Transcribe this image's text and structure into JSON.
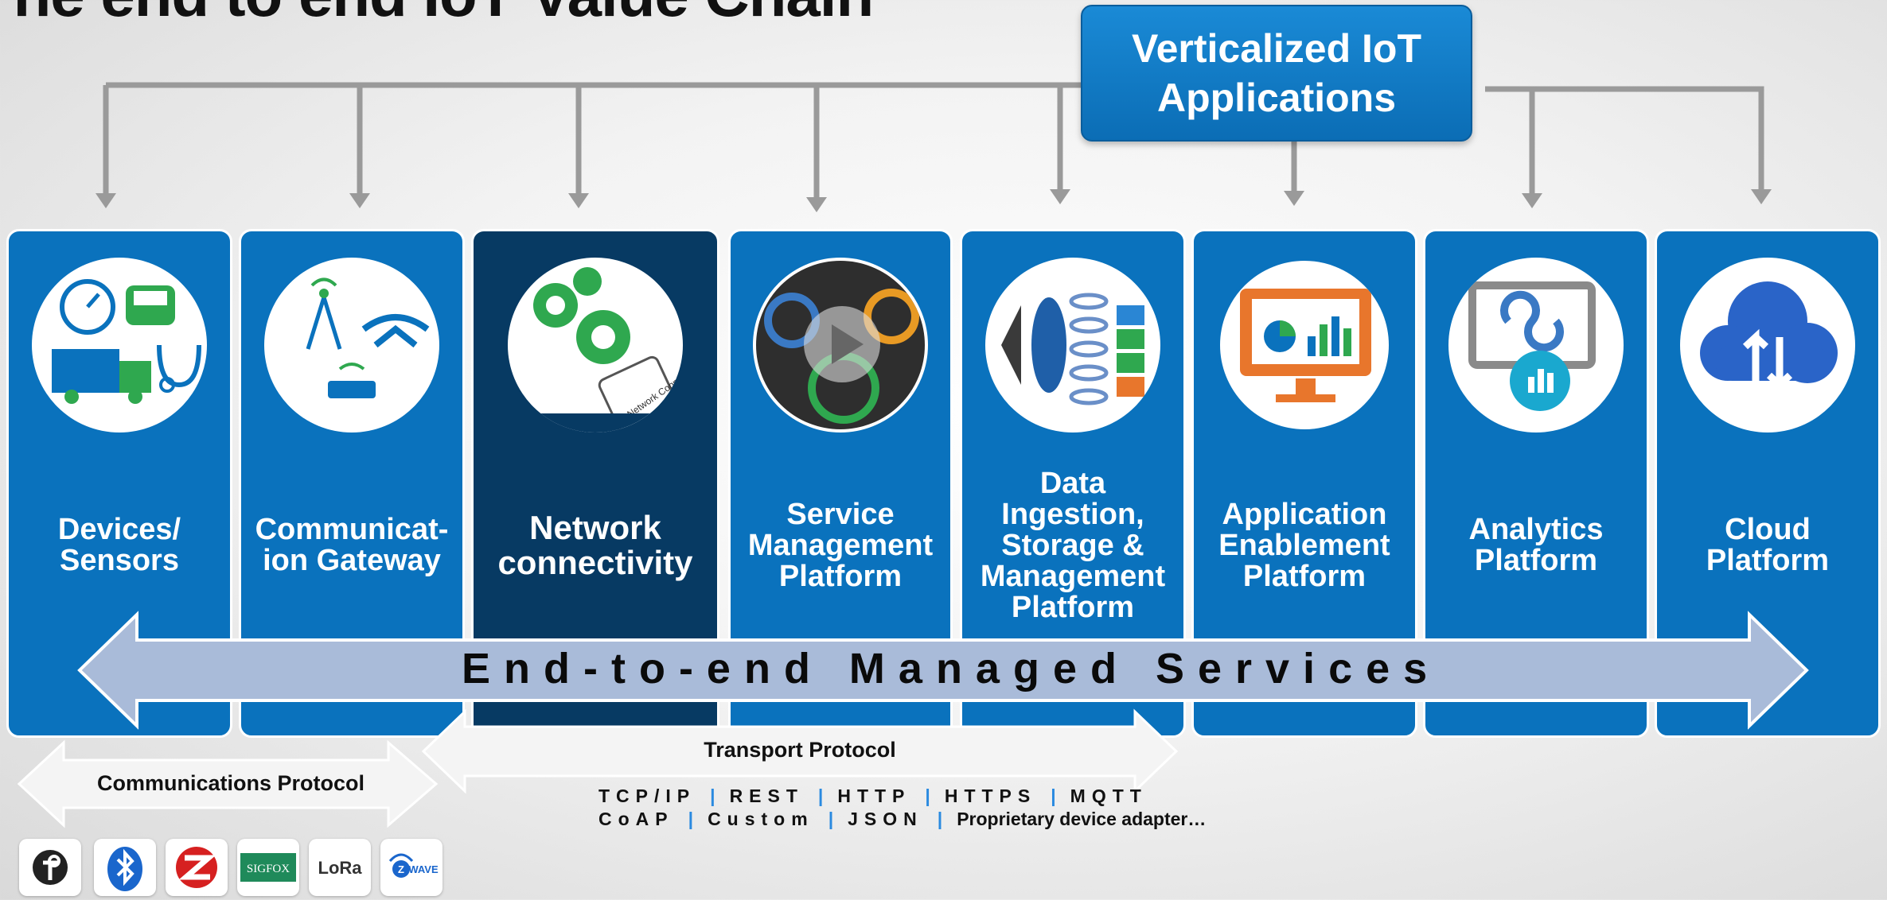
{
  "title": "The end to end IoT Value Chain",
  "vertical_box": "Verticalized IoT Applications",
  "columns": [
    {
      "label": "Devices/ Sensors",
      "icon": "devices-sensors-icon"
    },
    {
      "label": "Communicat-ion Gateway",
      "icon": "gateway-icon"
    },
    {
      "label": "Network connectivity",
      "icon": "network-connectivity-icon",
      "highlighted": true
    },
    {
      "label": "Service Management Platform",
      "icon": "service-gears-play-icon"
    },
    {
      "label": "Data Ingestion, Storage & Management Platform",
      "icon": "data-storage-icon"
    },
    {
      "label": "Application Enablement Platform",
      "icon": "monitor-chart-icon"
    },
    {
      "label": "Analytics Platform",
      "icon": "analytics-icon"
    },
    {
      "label": "Cloud Platform",
      "icon": "cloud-sync-icon"
    }
  ],
  "managed_services": "End-to-end Managed Services",
  "transport_protocol": "Transport Protocol",
  "communications_protocol": "Communications Protocol",
  "protocols_row1": [
    "TCP/IP",
    "REST",
    "HTTP",
    "HTTPS",
    "MQTT"
  ],
  "protocols_row2": [
    "CoAP",
    "Custom",
    "JSON",
    "Proprietary device adapter…"
  ],
  "network_icon_text": "Network Connectivity",
  "logos": [
    {
      "name": "thread-logo"
    },
    {
      "name": "bluetooth-logo"
    },
    {
      "name": "zigbee-logo"
    },
    {
      "name": "sigfox-logo",
      "text": "SIGFOX"
    },
    {
      "name": "lora-logo",
      "text": "LoRa"
    },
    {
      "name": "zwave-logo",
      "text": "WAVE"
    }
  ],
  "colors": {
    "column_blue": "#0a72bd",
    "column_dark": "#073a63",
    "arrow_fill": "#a9bbd9",
    "connector_gray": "#9a9a9a"
  }
}
